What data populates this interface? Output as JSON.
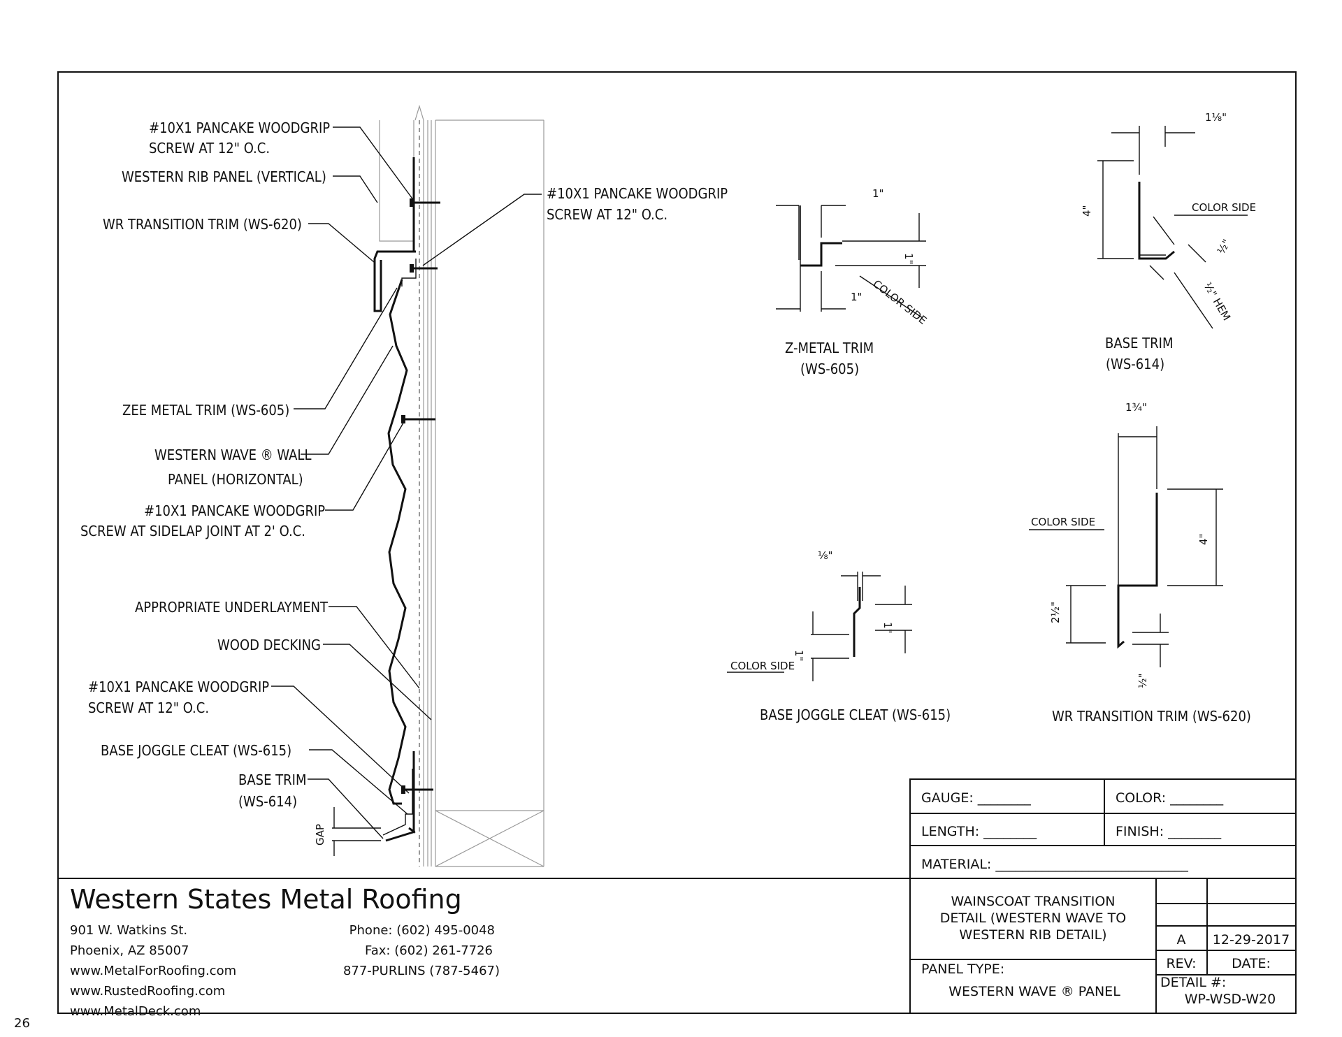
{
  "page_number": "26",
  "callouts": {
    "screw_top_1": "#10X1 PANCAKE WOODGRIP",
    "screw_top_2": "SCREW AT 12\" O.C.",
    "rib_panel": "WESTERN RIB PANEL (VERTICAL)",
    "wr_trim": "WR TRANSITION TRIM (WS-620)",
    "zee_trim": "ZEE METAL TRIM (WS-605)",
    "wave_panel_1": "WESTERN WAVE ® WALL",
    "wave_panel_2": "PANEL (HORIZONTAL)",
    "screw_side_1": "#10X1 PANCAKE WOODGRIP",
    "screw_side_2": "SCREW AT SIDELAP JOINT AT 2' O.C.",
    "underlayment": "APPROPRIATE UNDERLAYMENT",
    "decking": "WOOD DECKING",
    "screw_bot_1": "#10X1 PANCAKE WOODGRIP",
    "screw_bot_2": "SCREW AT 12\" O.C.",
    "base_cleat": "BASE JOGGLE CLEAT (WS-615)",
    "base_trim_1": "BASE TRIM",
    "base_trim_2": "(WS-614)",
    "gap": "GAP",
    "screw_right_1": "#10X1 PANCAKE WOODGRIP",
    "screw_right_2": "SCREW AT 12\" O.C."
  },
  "details": {
    "z_trim": {
      "title_1": "Z-METAL TRIM",
      "title_2": "(WS-605)",
      "dim": "1\"",
      "color_side": "COLOR SIDE"
    },
    "base_trim": {
      "title_1": "BASE TRIM",
      "title_2": "(WS-614)",
      "width": "1⅛\"",
      "height": "4\"",
      "color_side": "COLOR SIDE",
      "half": "½\"",
      "hem": "½\" HEM"
    },
    "base_cleat": {
      "title": "BASE JOGGLE CLEAT (WS-615)",
      "eighth": "⅛\"",
      "one": "1\"",
      "color_side": "COLOR SIDE"
    },
    "wr_trim": {
      "title": "WR TRANSITION TRIM (WS-620)",
      "width": "1¾\"",
      "height": "4\"",
      "lower": "2½\"",
      "half": "½\"",
      "color_side": "COLOR SIDE"
    }
  },
  "titleblock": {
    "gauge": "GAUGE: ________",
    "color": "COLOR: ________",
    "length": "LENGTH: ________",
    "finish": "FINISH: ________",
    "material": "MATERIAL: _____________________________",
    "title_1": "WAINSCOAT TRANSITION",
    "title_2": "DETAIL (WESTERN WAVE TO",
    "title_3": "WESTERN RIB DETAIL)",
    "panel_type_label": "PANEL TYPE:",
    "panel_type": "WESTERN WAVE ® PANEL",
    "rev_value": "A",
    "date_value": "12-29-2017",
    "rev_label": "REV:",
    "date_label": "DATE:",
    "detail_label": "DETAIL #:",
    "detail_value": "WP-WSD-W20"
  },
  "company": {
    "name": "Western States Metal Roofing",
    "street": "901 W. Watkins St.",
    "city": "Phoenix, AZ 85007",
    "web1": "www.MetalForRoofing.com",
    "web2": "www.RustedRoofing.com",
    "web3": "www.MetalDeck.com",
    "phone": "Phone: (602) 495-0048",
    "fax": "Fax: (602) 261-7726",
    "tollfree": "877-PURLINS (787-5467)"
  }
}
